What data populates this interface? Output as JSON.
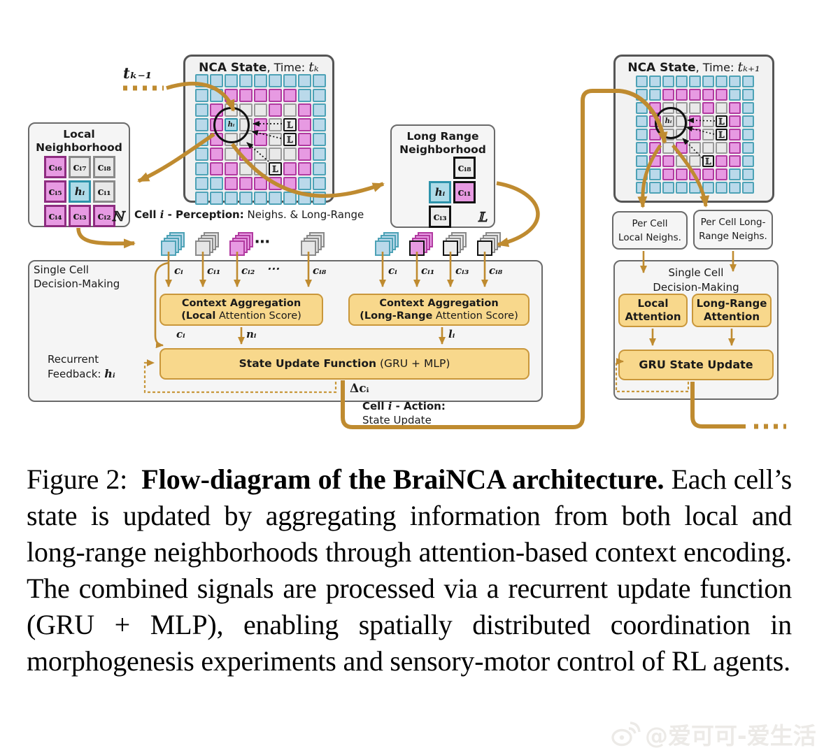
{
  "colors": {
    "accent_orange": "#bf8b30",
    "orange_box_fill": "#f8d88c",
    "orange_box_border": "#c9973b",
    "cell_blue": "#bad9ea",
    "cell_blue_border": "#4da2b6",
    "cell_pink": "#e79ae2",
    "cell_pink_border": "#b13aa0",
    "cell_gray": "#e9e9e9",
    "panel_bg": "#f5f5f5",
    "panel_border": "#6a6a6a",
    "watermark_gray": "#eceae7"
  },
  "diagram": {
    "t_prev_label": "tₖ₋₁",
    "dots_label": "⋯",
    "left_grid": {
      "title_bold": "NCA State",
      "title_sep": ", Time: ",
      "time_label": "tₖ",
      "h_label": "hᵢ",
      "l_label": "𝕃",
      "h_style": "blue",
      "pattern": [
        "BBBBBBBBB",
        "BBPPPPPBB",
        "BPGGGPGPB",
        "BPHGPGLPB",
        "BPGGPGLPB",
        "BPGPGGGPB",
        "BPPGGLPPB",
        "BBPPPPPBB",
        "BBBBBBBBB"
      ]
    },
    "right_grid": {
      "title_bold": "NCA State",
      "title_sep": ", Time: ",
      "time_label": "tₖ₊₁",
      "h_label": "hᵢ",
      "l_label": "𝕃",
      "h_style": "gray",
      "pattern": [
        "BBBBBBBBB",
        "BBPPPPPBB",
        "BPGGGPGPB",
        "BPHGPGLPB",
        "BPGGPGLPB",
        "BPGPGGGPB",
        "BPPGGLPPB",
        "BBPPPPPBB",
        "BBBBBBBBB"
      ]
    },
    "local_box": {
      "title_l1": "Local",
      "title_l2": "Neighborhood",
      "set_symbol": "ℕ",
      "cells": [
        {
          "label": "cᵢ₆",
          "style": "pink"
        },
        {
          "label": "cᵢ₇",
          "style": "gray"
        },
        {
          "label": "cᵢ₈",
          "style": "gray"
        },
        {
          "label": "cᵢ₅",
          "style": "pink"
        },
        {
          "label": "hᵢ",
          "style": "blue"
        },
        {
          "label": "cᵢ₁",
          "style": "gray"
        },
        {
          "label": "cᵢ₄",
          "style": "pink"
        },
        {
          "label": "cᵢ₃",
          "style": "pink"
        },
        {
          "label": "cᵢ₂",
          "style": "pink"
        }
      ]
    },
    "longrange_box": {
      "title_l1": "Long Range",
      "title_l2": "Neighborhood",
      "set_symbol": "𝕃",
      "cells": [
        {
          "label": "cᵢ₈",
          "style": "grayb"
        },
        {
          "label": "hᵢ",
          "style": "blue"
        },
        {
          "label": "cᵢ₁",
          "style": "pinkb"
        },
        {
          "label": "cᵢ₃",
          "style": "grayb"
        }
      ]
    },
    "perception": {
      "pre": "Cell ",
      "it": "i",
      "post": " - Perception:",
      "rest": " Neighs. & Long-Range"
    },
    "stacks_left": [
      "blue",
      "gray",
      "pink",
      "dots",
      "gray"
    ],
    "stacks_right": [
      "blue",
      "pinkb",
      "grayb",
      "grayb"
    ],
    "input_labels_left": [
      "cᵢ",
      "cᵢ₁",
      "cᵢ₂",
      "⋯",
      "cᵢ₈"
    ],
    "input_labels_right": [
      "cᵢ",
      "cᵢ₁",
      "cᵢ₃",
      "cᵢ₈"
    ],
    "decision_box": {
      "title_l1": "Single Cell",
      "title_l2": "Decision-Making",
      "ctx_local_l1": "Context Aggregation",
      "ctx_local_l2_bold": "(Local",
      "ctx_local_l2_rest": " Attention Score)",
      "ctx_long_l1": "Context Aggregation",
      "ctx_long_l2_bold": "(Long-Range",
      "ctx_long_l2_rest": " Attention Score)",
      "mid_labels": [
        "cᵢ",
        "nᵢ",
        "lᵢ"
      ],
      "update_bold": "State Update Function",
      "update_rest": " (GRU + MLP)",
      "recurrent_l1": "Recurrent",
      "recurrent_l2": "Feedback: ",
      "recurrent_h": "hᵢ",
      "delta_label": "Δcᵢ"
    },
    "action": {
      "pre": "Cell ",
      "it": "i",
      "post": "  - Action:",
      "line2": "State Update"
    },
    "right_panel": {
      "percell_local_l1": "Per Cell",
      "percell_local_l2": "Local Neighs.",
      "percell_long_l1": "Per Cell Long-",
      "percell_long_l2": "Range Neighs.",
      "scdm_l1": "Single Cell",
      "scdm_l2": "Decision-Making",
      "local_attn_l1": "Local",
      "local_attn_l2": "Attention",
      "long_attn_l1": "Long-Range",
      "long_attn_l2": "Attention",
      "gru_label": "GRU State Update"
    }
  },
  "caption": {
    "figure_label": "Figure 2:",
    "title_bold": "Flow-diagram of the BraiNCA architecture.",
    "body": "Each cell’s state is updated by aggregating information from both local and long-range neighborhoods through attention-based context encoding.  The combined signals are processed via a recurrent update function (GRU + MLP), enabling spatially distributed coordination in morphogenesis experiments and sensory-motor control of RL agents."
  },
  "watermark": {
    "text": "@爱可可-爱生活"
  }
}
